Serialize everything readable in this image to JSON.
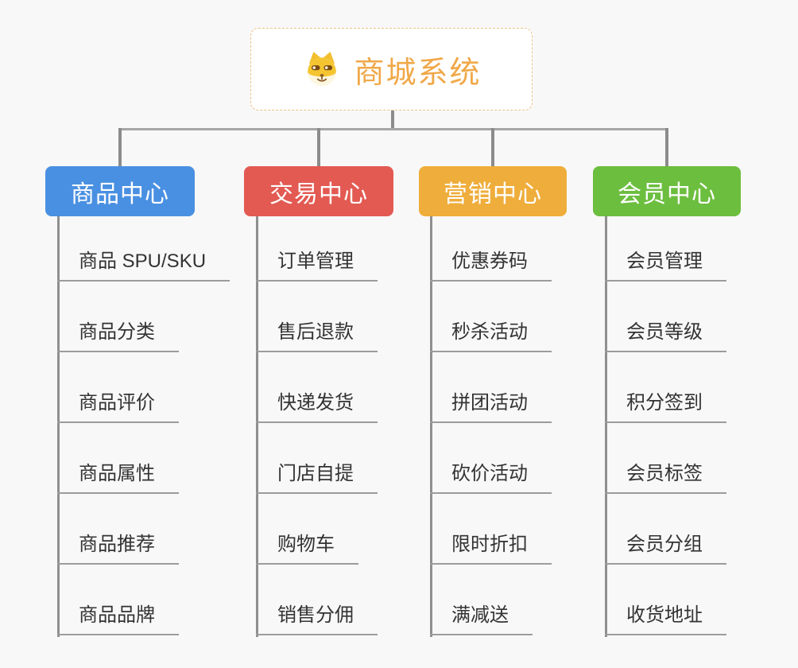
{
  "colors": {
    "canvas_background": "#f8f8f8",
    "connector_gray": "#8c8c8c",
    "underline_gray": "#9c9c9c",
    "child_text": "#333333",
    "root_title_orange": "#f0a848",
    "root_border_dashed": "#eec182"
  },
  "root": {
    "title": "商城系统",
    "icon": "shiba-dog-icon"
  },
  "branches": [
    {
      "label": "商品中心",
      "color": "#4a90e2",
      "children": [
        "商品 SPU/SKU",
        "商品分类",
        "商品评价",
        "商品属性",
        "商品推荐",
        "商品品牌"
      ]
    },
    {
      "label": "交易中心",
      "color": "#e25a52",
      "children": [
        "订单管理",
        "售后退款",
        "快递发货",
        "门店自提",
        "购物车",
        "销售分佣"
      ]
    },
    {
      "label": "营销中心",
      "color": "#efad3b",
      "children": [
        "优惠券码",
        "秒杀活动",
        "拼团活动",
        "砍价活动",
        "限时折扣",
        "满减送"
      ]
    },
    {
      "label": "会员中心",
      "color": "#6cbe3f",
      "children": [
        "会员管理",
        "会员等级",
        "积分签到",
        "会员标签",
        "会员分组",
        "收货地址"
      ]
    }
  ]
}
